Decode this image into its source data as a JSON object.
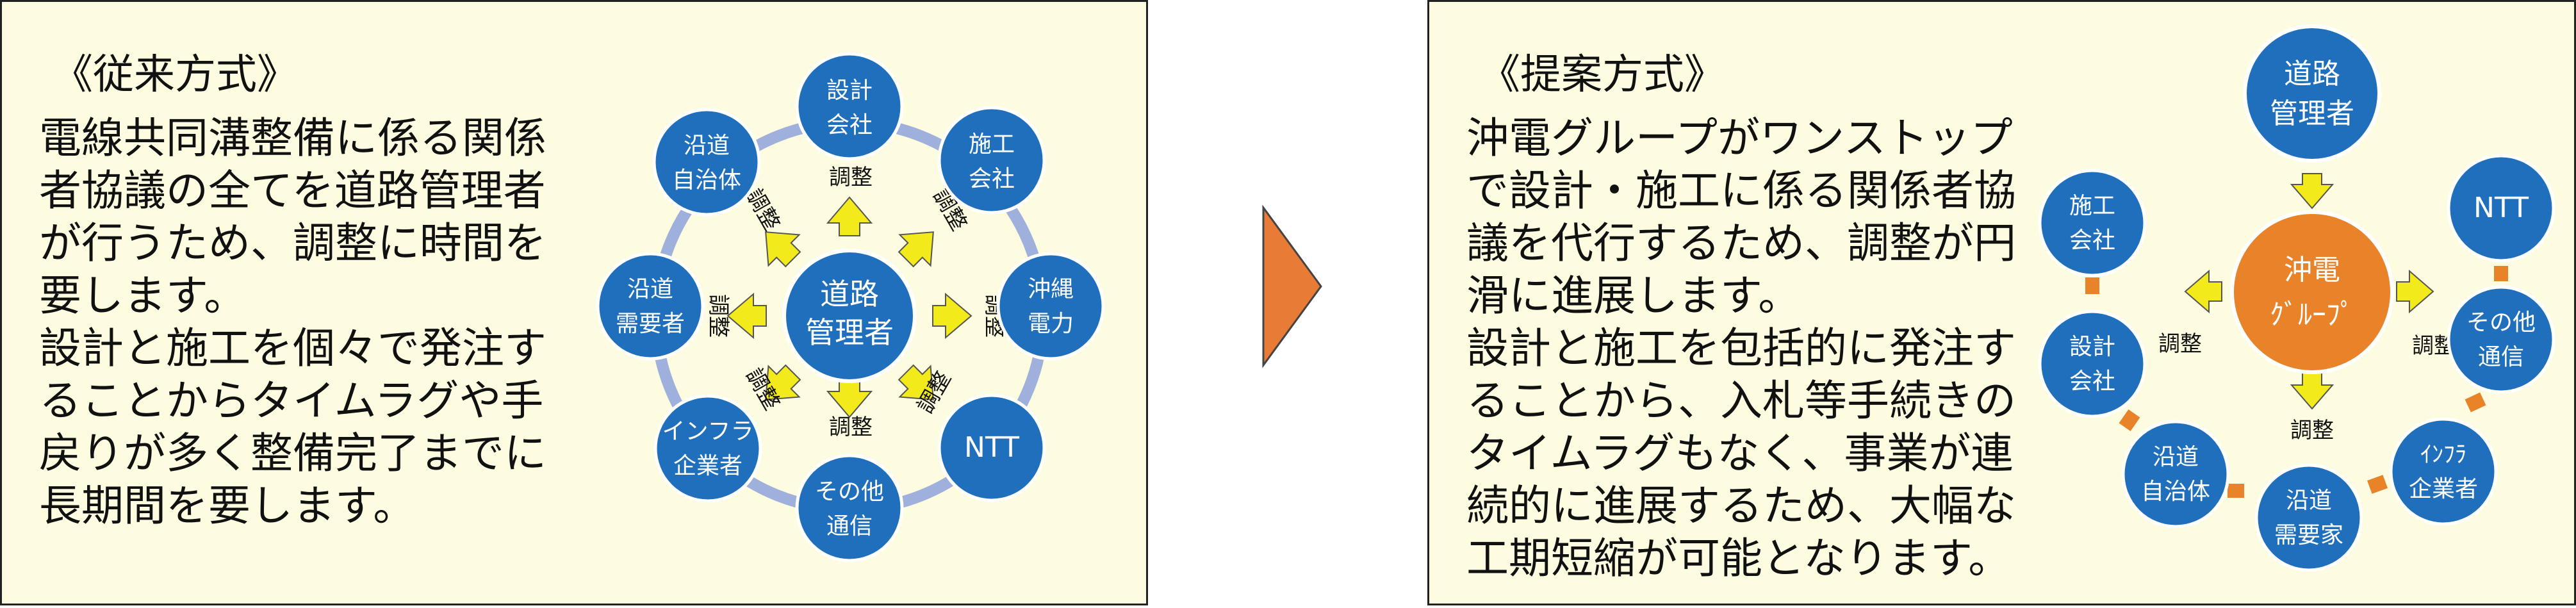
{
  "left": {
    "title": "《従来方式》",
    "body": [
      "電線共同溝整備に係る関係",
      "者協議の全てを道路管理者",
      "が行うため、調整に時間を",
      "要します。",
      "設計と施工を個々で発注す",
      "ることからタイムラグや手",
      "戻りが多く整備完了までに",
      "長期間を要します。"
    ],
    "center": [
      "道路",
      "管理者"
    ],
    "nodes": [
      {
        "lines": [
          "設計",
          "会社"
        ]
      },
      {
        "lines": [
          "施工",
          "会社"
        ]
      },
      {
        "lines": [
          "沖縄",
          "電力"
        ]
      },
      {
        "lines": [
          "NTT"
        ]
      },
      {
        "lines": [
          "その他",
          "通信"
        ]
      },
      {
        "lines": [
          "インフラ",
          "企業者"
        ]
      },
      {
        "lines": [
          "沿道",
          "需要者"
        ]
      },
      {
        "lines": [
          "沿道",
          "自治体"
        ]
      }
    ],
    "arrow_label": "調整"
  },
  "right": {
    "title": "《提案方式》",
    "body": [
      "沖電グループがワンストップ",
      "で設計・施工に係る関係者協",
      "議を代行するため、調整が円",
      "滑に進展します。",
      "設計と施工を包括的に発注す",
      "ることから、入札等手続きの",
      "タイムラグもなく、事業が連",
      "続的に進展するため、大幅な",
      "工期短縮が可能となります。"
    ],
    "top": [
      "道路",
      "管理者"
    ],
    "center": [
      "沖電",
      "ｸﾞﾙｰﾌﾟ"
    ],
    "left_group": [
      {
        "lines": [
          "施工",
          "会社"
        ]
      },
      {
        "lines": [
          "設計",
          "会社"
        ]
      }
    ],
    "right_group": [
      {
        "lines": [
          "NTT"
        ]
      },
      {
        "lines": [
          "その他",
          "通信"
        ]
      },
      {
        "lines": [
          "ｲﾝﾌﾗ",
          "企業者"
        ]
      },
      {
        "lines": [
          "沿道",
          "需要家"
        ]
      },
      {
        "lines": [
          "沿道",
          "自治体"
        ]
      }
    ],
    "label_left": "調整",
    "label_right": "調整",
    "label_bottom": "調整"
  },
  "colors": {
    "panel_bg": "#fdfbe0",
    "node_blue": "#1f6fbd",
    "center_orange": "#e8832a",
    "arrow_yellow": "#f2ea1a",
    "ring": "#9fb0dc",
    "connector": "#e8832a",
    "divider_arrow": "#e87b35"
  }
}
